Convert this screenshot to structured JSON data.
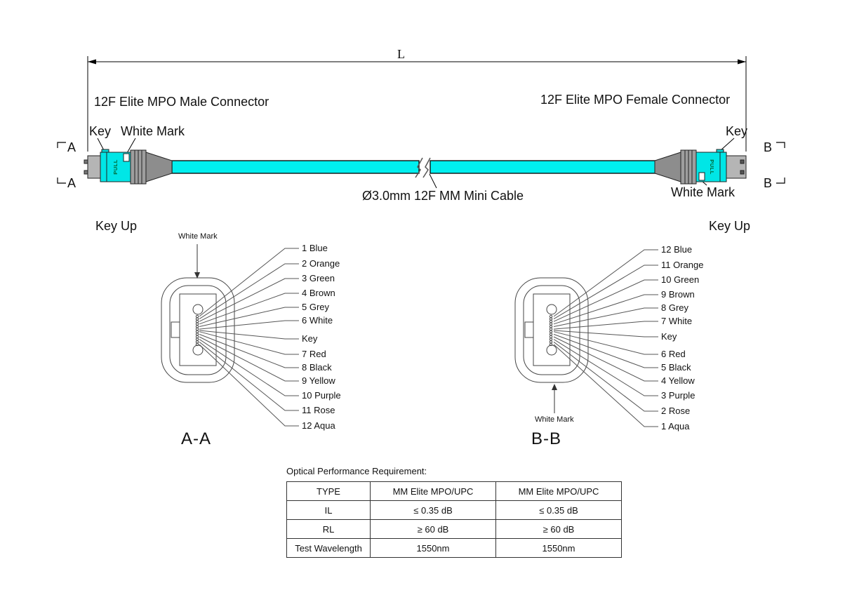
{
  "colors": {
    "cable": "#00f0f0",
    "housing": "#00e6e6",
    "key_bump": "#00d9d9"
  },
  "top_view": {
    "dimension_label": "L",
    "male_connector_label": "12F Elite MPO Male Connector",
    "female_connector_label": "12F Elite MPO Female Connector",
    "key_label_left": "Key",
    "white_mark_label_left": "White Mark",
    "key_label_right": "Key",
    "white_mark_label_right": "White Mark",
    "cable_label": "Ø3.0mm 12F MM Mini Cable",
    "pull_text": "PULL",
    "section_a": "A",
    "section_b": "B"
  },
  "face_views": {
    "left": {
      "key_up": "Key Up",
      "white_mark": "White Mark",
      "title": "A-A",
      "labels": [
        "1 Blue",
        "2 Orange",
        "3 Green",
        "4 Brown",
        "5 Grey",
        "6 White",
        "Key",
        "7 Red",
        "8 Black",
        "9 Yellow",
        "10 Purple",
        "11 Rose",
        "12 Aqua"
      ]
    },
    "right": {
      "key_up": "Key Up",
      "white_mark": "White Mark",
      "title": "B-B",
      "labels": [
        "12 Blue",
        "11 Orange",
        "10 Green",
        "9 Brown",
        "8 Grey",
        "7 White",
        "Key",
        "6 Red",
        "5 Black",
        "4 Yellow",
        "3 Purple",
        "2 Rose",
        "1 Aqua"
      ]
    }
  },
  "table": {
    "title": "Optical Performance Requirement:",
    "headers": [
      "TYPE",
      "MM Elite MPO/UPC",
      "MM Elite MPO/UPC"
    ],
    "rows": [
      [
        "IL",
        "≤ 0.35 dB",
        "≤ 0.35 dB"
      ],
      [
        "RL",
        "≥ 60 dB",
        "≥ 60 dB"
      ],
      [
        "Test Wavelength",
        "1550nm",
        "1550nm"
      ]
    ]
  }
}
